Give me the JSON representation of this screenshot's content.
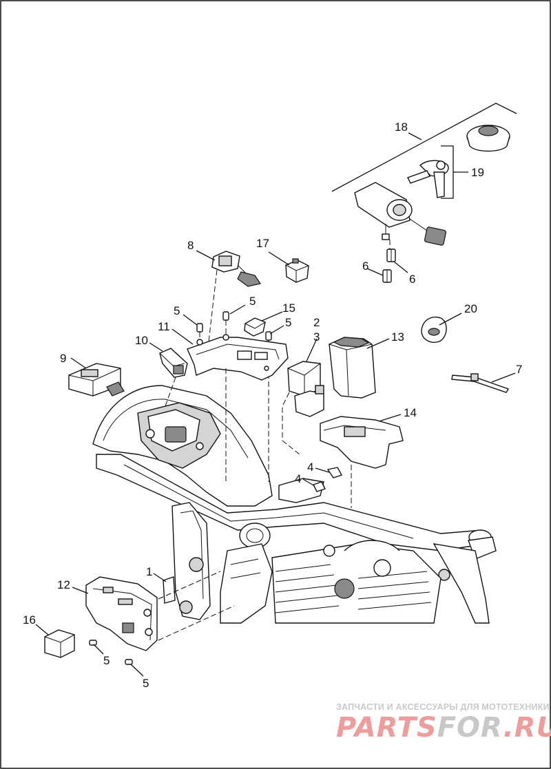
{
  "callouts": [
    {
      "id": "c1",
      "label": "1"
    },
    {
      "id": "c2",
      "label": "2"
    },
    {
      "id": "c3",
      "label": "3"
    },
    {
      "id": "c4a",
      "label": "4"
    },
    {
      "id": "c4b",
      "label": "4"
    },
    {
      "id": "c5a",
      "label": "5"
    },
    {
      "id": "c5b",
      "label": "5"
    },
    {
      "id": "c5c",
      "label": "5"
    },
    {
      "id": "c5d",
      "label": "5"
    },
    {
      "id": "c5e",
      "label": "5"
    },
    {
      "id": "c6a",
      "label": "6"
    },
    {
      "id": "c6b",
      "label": "6"
    },
    {
      "id": "c7",
      "label": "7"
    },
    {
      "id": "c8",
      "label": "8"
    },
    {
      "id": "c9",
      "label": "9"
    },
    {
      "id": "c10",
      "label": "10"
    },
    {
      "id": "c11",
      "label": "11"
    },
    {
      "id": "c12",
      "label": "12"
    },
    {
      "id": "c13",
      "label": "13"
    },
    {
      "id": "c14",
      "label": "14"
    },
    {
      "id": "c15",
      "label": "15"
    },
    {
      "id": "c16",
      "label": "16"
    },
    {
      "id": "c17",
      "label": "17"
    },
    {
      "id": "c18",
      "label": "18"
    },
    {
      "id": "c19",
      "label": "19"
    },
    {
      "id": "c20",
      "label": "20"
    }
  ],
  "watermark": {
    "subtitle": "ЗАПЧАСТИ И АКСЕССУАРЫ ДЛЯ МОТОТЕХНИКИ",
    "brand_part1": "PARTS",
    "brand_part2": "FOR",
    "brand_part3": ".RU"
  }
}
